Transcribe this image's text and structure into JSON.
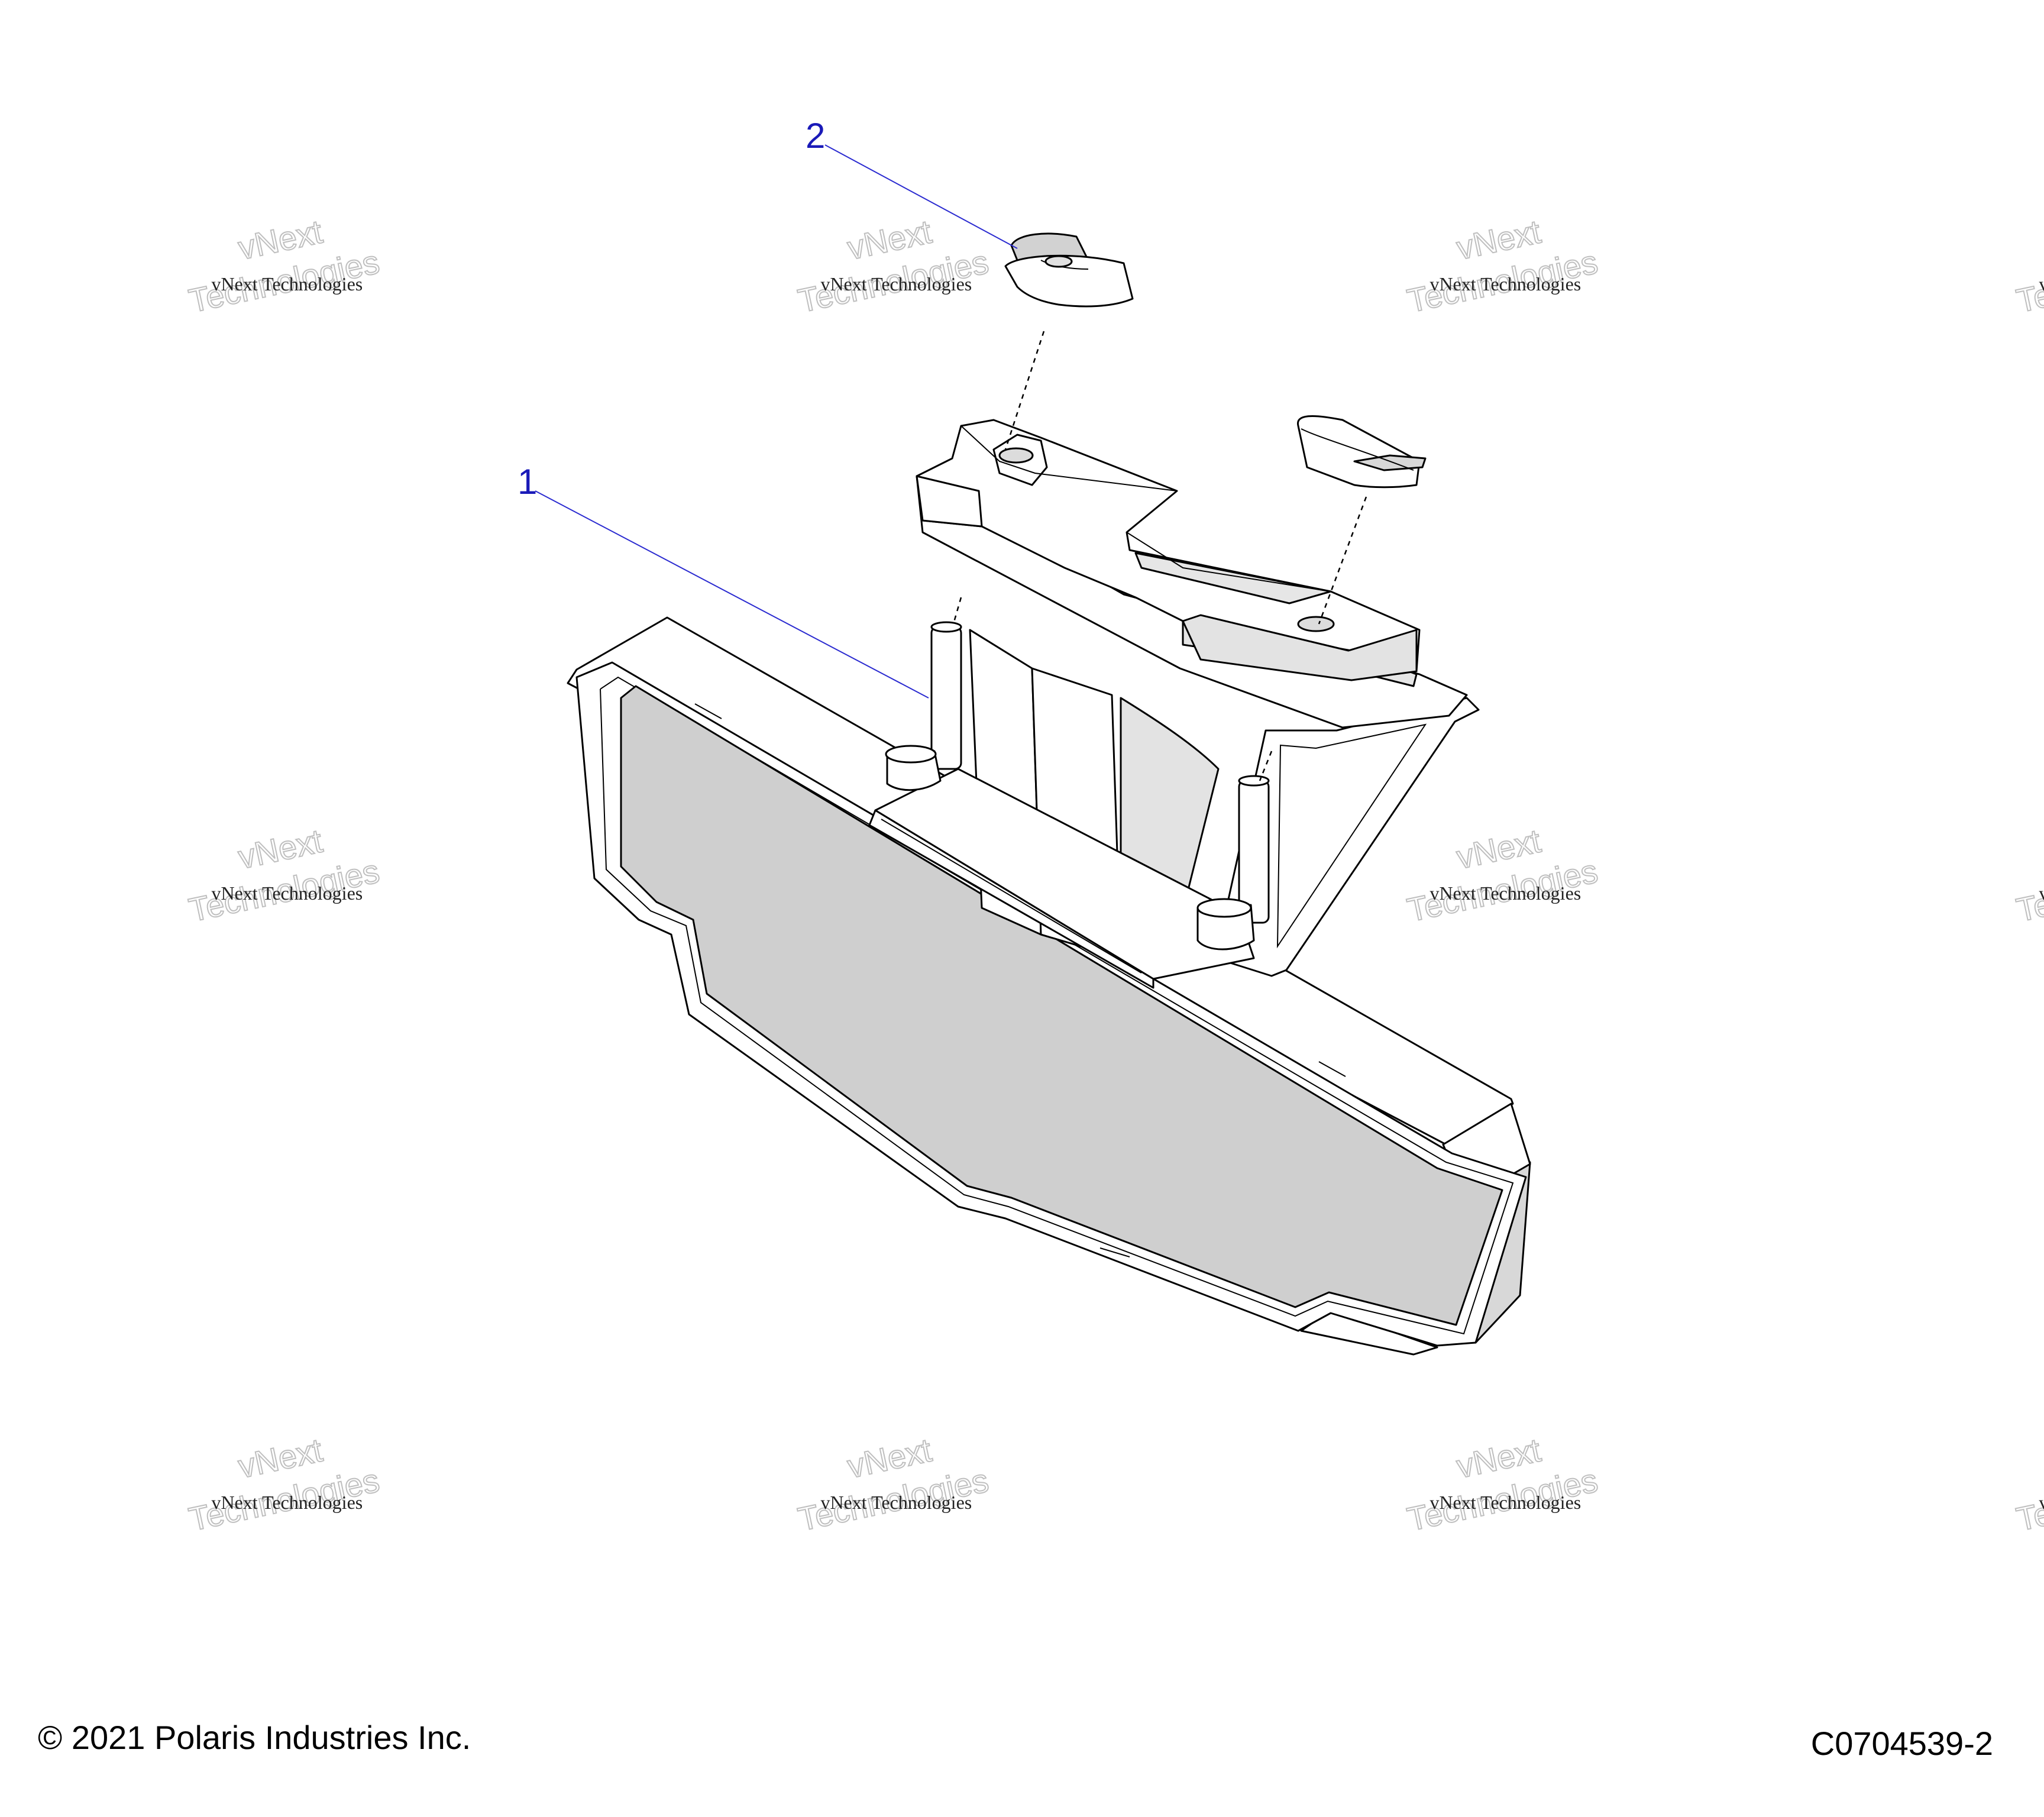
{
  "callouts": [
    {
      "label": "1",
      "part": "rear view mirror assembly"
    },
    {
      "label": "2",
      "part": "clip"
    }
  ],
  "watermark": {
    "line_1": "vNext Technologies",
    "line_2": "vNext",
    "line_3": "Technologies"
  },
  "footer": {
    "copyright": "© 2021 Polaris Industries Inc.",
    "figure_id": "C0704539-2"
  },
  "colors": {
    "callout": "#1a1ab8",
    "mirror_glass": "#cfcfcf",
    "part_fill": "#ffffff",
    "shadow": "#e6e6e6"
  }
}
